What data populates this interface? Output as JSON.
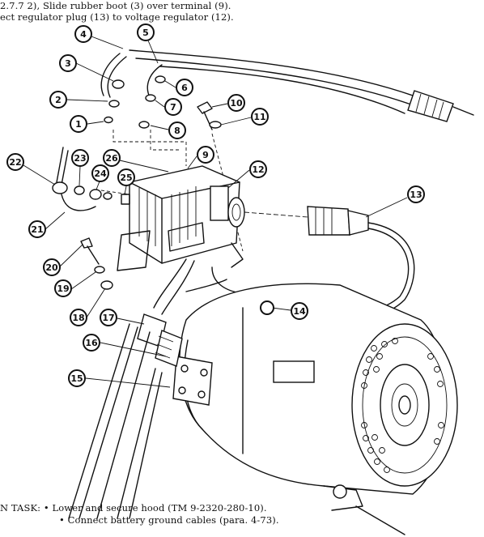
{
  "header_lines": [
    "2.7.7 2), Slide rubber boot (3) over terminal (9).",
    "ect regulator plug (13) to voltage regulator (12)."
  ],
  "callouts": [
    "1",
    "2",
    "3",
    "4",
    "5",
    "6",
    "7",
    "8",
    "9",
    "10",
    "11",
    "12",
    "13",
    "14",
    "15",
    "16",
    "17",
    "18",
    "19",
    "20",
    "21",
    "22",
    "23",
    "24",
    "25",
    "26"
  ],
  "footer": {
    "label": "N  TASK:",
    "bullet": "•",
    "items": [
      "Lower and secure hood (TM 9-2320-280-10).",
      "Connect battery ground cables (para. 4-73)."
    ]
  }
}
